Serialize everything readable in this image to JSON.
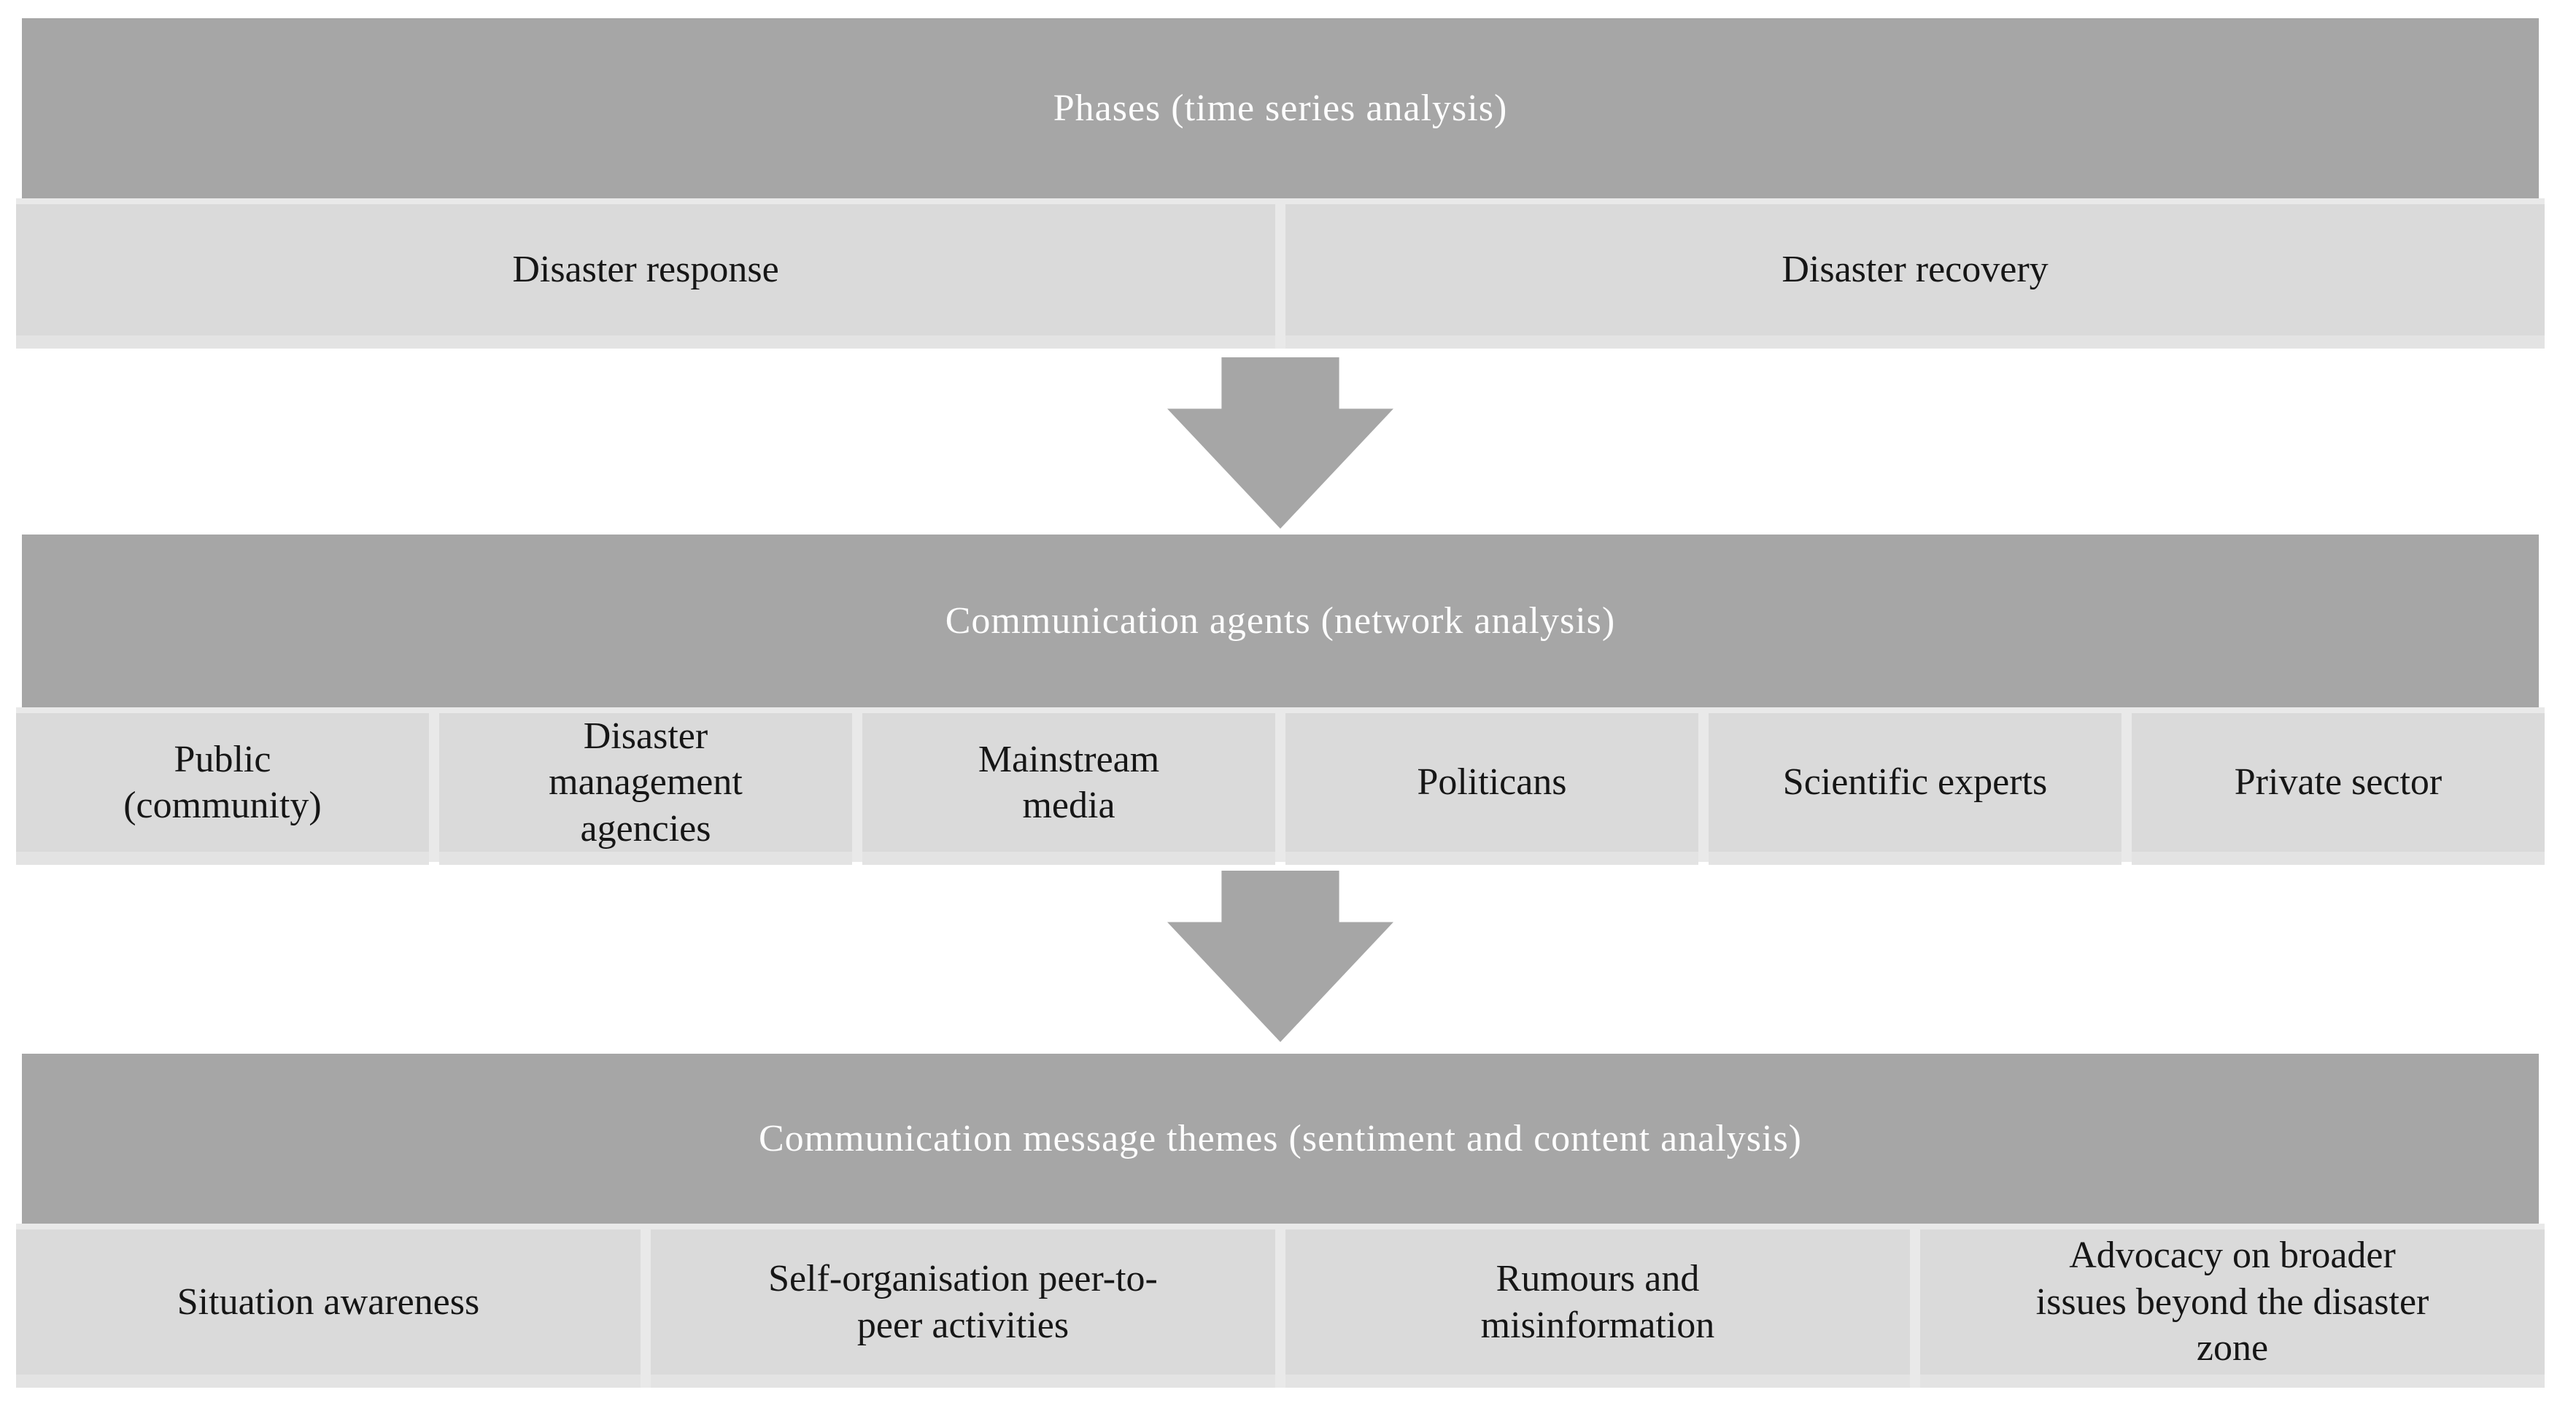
{
  "figure": {
    "colors": {
      "band": "#a6a6a6",
      "arrow": "#a6a6a6",
      "cell": "#dadada",
      "cell_strip": "#e3e3e3",
      "row_gap": "#e9e9e9",
      "header_text": "#fdfdfd",
      "cell_text": "#161616"
    },
    "icons": {
      "between_sections": "down-block-arrow"
    },
    "sections": [
      {
        "header": "Phases (time series analysis)",
        "cells": [
          "Disaster response",
          "Disaster recovery"
        ]
      },
      {
        "header": "Communication agents (network analysis)",
        "cells": [
          "Public\n(community)",
          "Disaster\nmanagement\nagencies",
          "Mainstream\nmedia",
          "Politicans",
          "Scientific experts",
          "Private sector"
        ]
      },
      {
        "header": "Communication message themes (sentiment and content analysis)",
        "cells": [
          "Situation awareness",
          "Self-organisation peer-to-\npeer activities",
          "Rumours and\nmisinformation",
          "Advocacy on broader\nissues beyond the disaster\nzone"
        ]
      }
    ]
  }
}
